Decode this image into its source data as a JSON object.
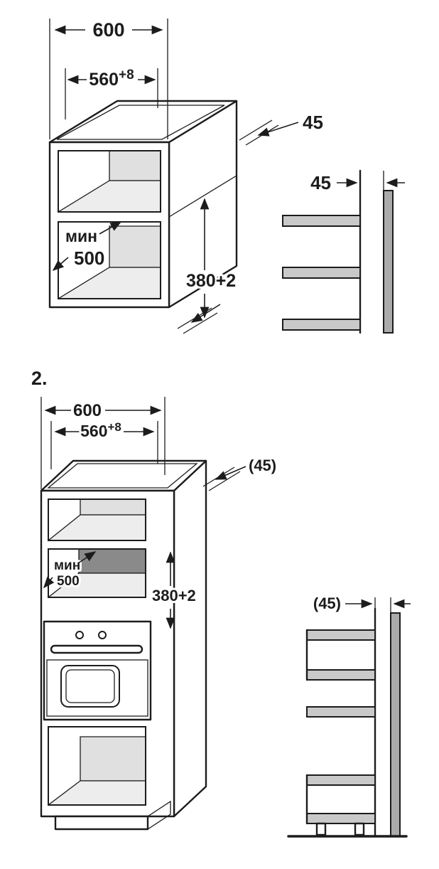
{
  "colors": {
    "line": "#1c1c1c",
    "shelf_fill": "#c9c9c9",
    "wall_fill": "#ababab",
    "interior_fill": "#ededed",
    "interior_back_fill": "#e0e0e0",
    "niche_shadow": "#8a8a8a",
    "background": "#ffffff"
  },
  "section2": {
    "label": "2."
  },
  "diagram1": {
    "width_outer": "600",
    "width_inner": "560",
    "width_inner_tolerance": "+8",
    "rear_clearance": "45",
    "side_view_clearance": "45",
    "min_depth_label": "мин",
    "min_depth_value": "500",
    "niche_height": "380+2"
  },
  "diagram2": {
    "width_outer": "600",
    "width_inner": "560",
    "width_inner_tolerance": "+8",
    "rear_clearance": "(45)",
    "side_view_clearance": "(45)",
    "min_depth_label": "мин",
    "min_depth_value": "500",
    "niche_height": "380+2"
  }
}
